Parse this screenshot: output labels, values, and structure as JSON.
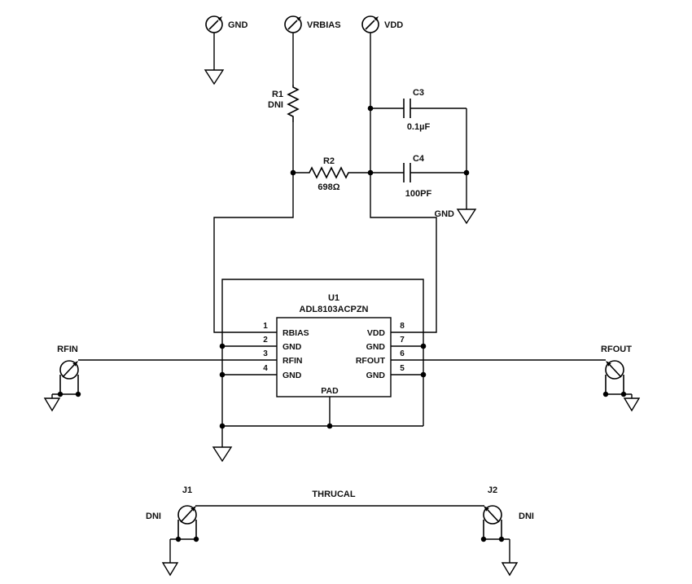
{
  "schematic": {
    "power_ports": [
      {
        "id": "gnd",
        "label": "GND"
      },
      {
        "id": "vrbias",
        "label": "VRBIAS"
      },
      {
        "id": "vdd",
        "label": "VDD"
      }
    ],
    "components": {
      "r1": {
        "ref": "R1",
        "value": "DNI"
      },
      "r2": {
        "ref": "R2",
        "value": "698Ω"
      },
      "c3": {
        "ref": "C3",
        "value": "0.1µF"
      },
      "c4": {
        "ref": "C4",
        "value": "100PF"
      },
      "u1": {
        "ref": "U1",
        "part": "ADL8103ACPZN",
        "pad": "PAD",
        "pins_left": [
          {
            "num": "1",
            "name": "RBIAS"
          },
          {
            "num": "2",
            "name": "GND"
          },
          {
            "num": "3",
            "name": "RFIN"
          },
          {
            "num": "4",
            "name": "GND"
          }
        ],
        "pins_right": [
          {
            "num": "8",
            "name": "VDD"
          },
          {
            "num": "7",
            "name": "GND"
          },
          {
            "num": "6",
            "name": "RFOUT"
          },
          {
            "num": "5",
            "name": "GND"
          }
        ]
      },
      "j1": {
        "ref": "J1",
        "note": "DNI"
      },
      "j2": {
        "ref": "J2",
        "note": "DNI"
      }
    },
    "labels": {
      "decoupling_gnd": "GND",
      "rfin": "RFIN",
      "rfout": "RFOUT",
      "thrucal": "THRUCAL"
    }
  }
}
